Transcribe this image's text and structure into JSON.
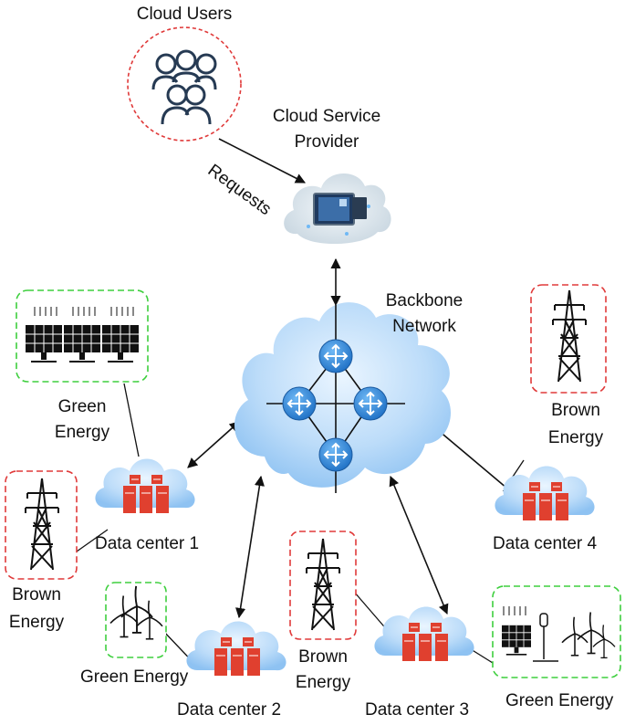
{
  "cloud_users": {
    "label": "Cloud Users"
  },
  "requests_label": "Requests",
  "cloud_service_provider": {
    "label_line1": "Cloud Service",
    "label_line2": "Provider"
  },
  "backbone": {
    "label_line1": "Backbone",
    "label_line2": "Network"
  },
  "data_centers": [
    {
      "label": "Data center 1"
    },
    {
      "label": "Data center 2"
    },
    {
      "label": "Data center 3"
    },
    {
      "label": "Data center 4"
    }
  ],
  "energy": {
    "green_solar_label_line1": "Green",
    "green_solar_label_line2": "Energy",
    "brown_left_label_line1": "Brown",
    "brown_left_label_line2": "Energy",
    "green_wind_label": "Green Energy",
    "brown_mid_label_line1": "Brown",
    "brown_mid_label_line2": "Energy",
    "brown_right_label_line1": "Brown",
    "brown_right_label_line2": "Energy",
    "green_hybrid_label": "Green Energy"
  },
  "colors": {
    "green_border": "#3ecf3e",
    "brown_border": "#e03a3a",
    "users_border": "#e03a3a",
    "server_red": "#e0402f",
    "cloud_light": "#cfe6fb",
    "cloud_dark": "#8ec2f2",
    "router_blue": "#2a7fd4"
  }
}
